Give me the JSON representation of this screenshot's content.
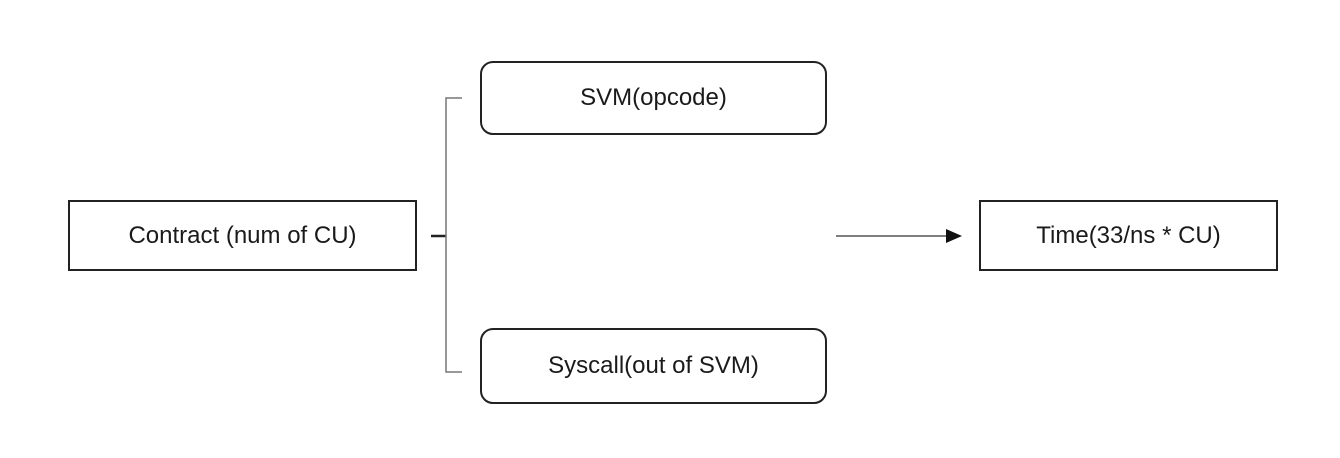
{
  "nodes": {
    "contract": {
      "label": "Contract (num of CU)"
    },
    "svm": {
      "label": "SVM(opcode)"
    },
    "syscall": {
      "label": "Syscall(out of SVM)"
    },
    "time": {
      "label": "Time(33/ns * CU)"
    }
  },
  "edges": [
    {
      "from": "contract",
      "to": [
        "svm",
        "syscall"
      ],
      "style": "bracket"
    },
    {
      "from": "bracket",
      "to": "time",
      "style": "arrow"
    }
  ],
  "colors": {
    "box_border": "#222222",
    "bracket": "#777777",
    "arrow": "#333333",
    "background": "#ffffff"
  }
}
